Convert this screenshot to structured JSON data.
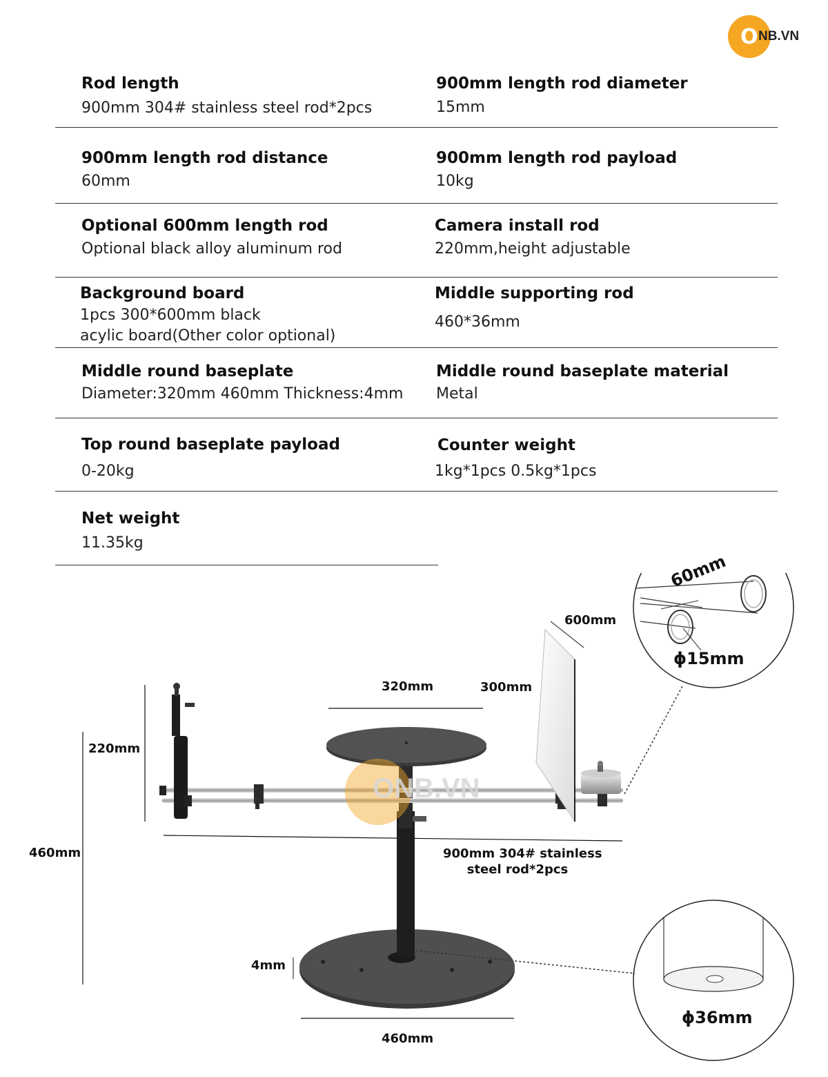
{
  "brand": {
    "logo_letter": "O",
    "logo_text": "NB.VN",
    "watermark": "ONB.VN",
    "accent": "#f5a623"
  },
  "specs": [
    {
      "label": "Rod length",
      "value": "900mm 304# stainless steel rod*2pcs"
    },
    {
      "label": "900mm length rod diameter",
      "value": "15mm"
    },
    {
      "label": "900mm length rod distance",
      "value": "60mm"
    },
    {
      "label": "900mm length rod payload",
      "value": "10kg"
    },
    {
      "label": "Optional 600mm length rod",
      "value": "Optional black alloy aluminum rod"
    },
    {
      "label": "Camera install rod",
      "value": "220mm,height adjustable"
    },
    {
      "label": "Background board",
      "value_line1": "1pcs 300*600mm black",
      "value_line2": "acylic board(Other color optional)"
    },
    {
      "label": "Middle supporting rod",
      "value": "460*36mm"
    },
    {
      "label": "Middle round baseplate",
      "value": "Diameter:320mm 460mm Thickness:4mm"
    },
    {
      "label": "Middle round baseplate material",
      "value": "Metal"
    },
    {
      "label": "Top round baseplate payload",
      "value": "0-20kg"
    },
    {
      "label": "Counter weight",
      "value": "1kg*1pcs 0.5kg*1pcs"
    },
    {
      "label": "Net weight",
      "value": "11.35kg"
    }
  ],
  "diagram": {
    "dim_320": "320mm",
    "dim_300": "300mm",
    "dim_600": "600mm",
    "dim_220": "220mm",
    "dim_460_height": "460mm",
    "dim_4": "4mm",
    "dim_460_base": "460mm",
    "rod_caption_line1": "900mm 304# stainless",
    "rod_caption_line2": "steel rod*2pcs",
    "callout_60": "60mm",
    "callout_phi15": "ϕ15mm",
    "callout_phi36": "ϕ36mm"
  }
}
